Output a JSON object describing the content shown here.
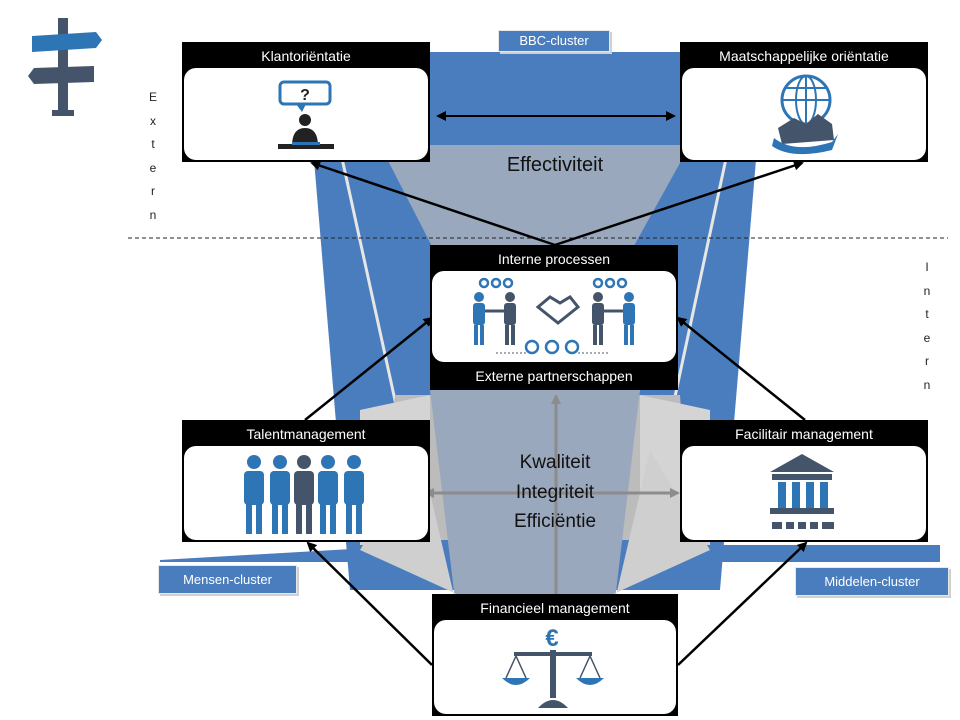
{
  "clusters": {
    "bbc": "BBC-cluster",
    "mensen": "Mensen-cluster",
    "middelen": "Middelen-cluster"
  },
  "sides": {
    "extern": "Extern",
    "intern": "Intern"
  },
  "boxes": {
    "klantorientatie": "Klantoriëntatie",
    "maatschappelijk": "Maatschappelijke oriëntatie",
    "interne_processen": "Interne  processen",
    "externe_partnerschappen": "Externe partnerschappen",
    "talentmanagement": "Talentmanagement",
    "facilitair": "Facilitair management",
    "financieel": "Financieel management"
  },
  "center_labels": {
    "effectiviteit": "Effectiviteit",
    "kwaliteit": "Kwaliteit",
    "integriteit": "Integriteit",
    "efficientie": "Efficiëntie"
  },
  "icons": {
    "signpost": "signpost-icon",
    "klantorientatie": "person-at-desk-question-icon",
    "maatschappelijk": "globe-in-hand-icon",
    "interne_processen": "handshake-gears-icon",
    "talentmanagement": "people-group-icon",
    "facilitair": "building-icon",
    "financieel": "euro-scale-icon"
  },
  "colors": {
    "blue": "#4a7dbd",
    "dark_blue": "#4472c4",
    "grey_blue": "#9aa8bd",
    "light_grey": "#d9d9d9",
    "box_black": "#000000"
  }
}
